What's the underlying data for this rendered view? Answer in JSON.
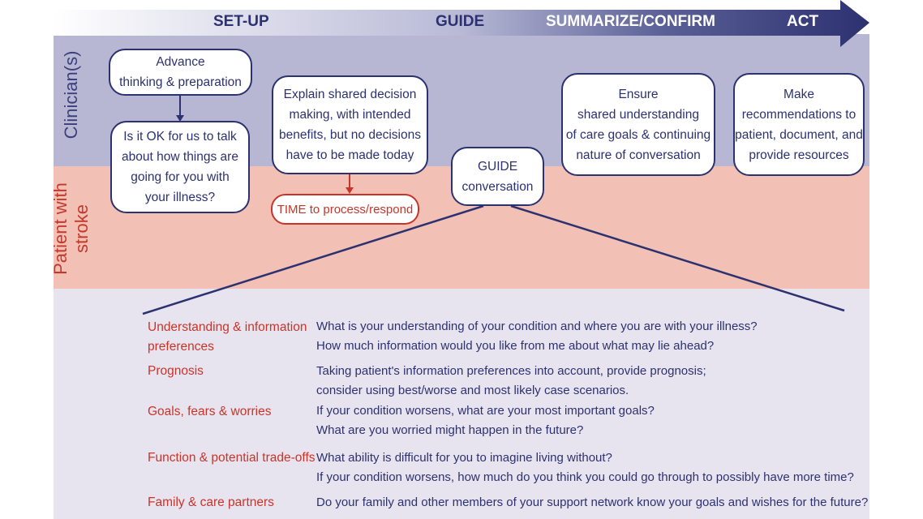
{
  "header": {
    "phases": [
      "SET-UP",
      "GUIDE",
      "SUMMARIZE/CONFIRM",
      "ACT"
    ],
    "colors": {
      "navy": "#2c3170",
      "red": "#c7352a",
      "clinician_band": "#b7b6d3",
      "patient_band": "#f2c0b4"
    }
  },
  "lanes": {
    "clinician": "Clinician(s)",
    "patient": "Patient with\nstroke"
  },
  "boxes": {
    "advance": "Advance\nthinking & preparation",
    "ok_to_talk": "Is it OK for us to talk\nabout how things are\ngoing for you with\nyour illness?",
    "explain": "Explain shared decision\nmaking, with intended\nbenefits, but no decisions\nhave to be made today",
    "time": "TIME to process/respond",
    "guide": "GUIDE\nconversation",
    "ensure": "Ensure\nshared understanding\nof care goals & continuing\nnature of conversation",
    "make": "Make\nrecommendations to\npatient, document, and\nprovide resources"
  },
  "topics": [
    {
      "label": "Understanding & information preferences",
      "questions": [
        "What is your understanding of your condition and where you are with your illness?",
        "How much information would you like from me about what may lie ahead?"
      ]
    },
    {
      "label": "Prognosis",
      "questions": [
        "Taking patient's information preferences into account, provide prognosis;",
        "consider using best/worse and most likely case scenarios."
      ]
    },
    {
      "label": "Goals, fears & worries",
      "questions": [
        "If your condition worsens, what are your most important goals?",
        "What are you worried might happen in the future?"
      ]
    },
    {
      "label": "Function & potential trade-offs",
      "questions": [
        "What ability is difficult for you to imagine living without?",
        "If your condition worsens, how much do you think you could go through to possibly have more time?"
      ]
    },
    {
      "label": "Family & care partners",
      "questions": [
        "Do your family and other members of your support network know your goals and wishes for the future?"
      ]
    }
  ]
}
